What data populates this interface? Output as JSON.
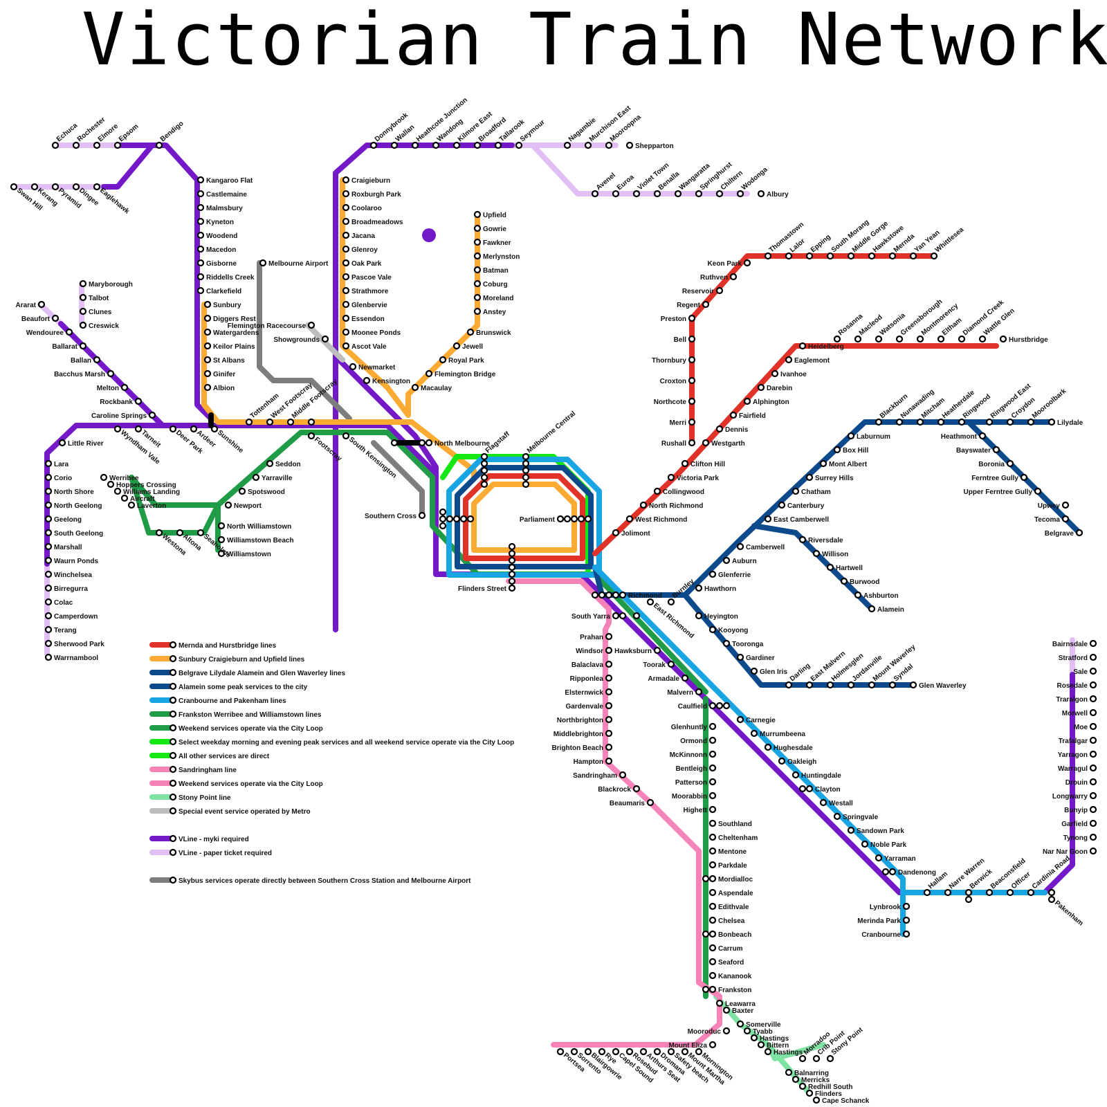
{
  "title": "Victorian Train Network",
  "colors": {
    "red": "#e03228",
    "orange": "#fbab33",
    "blue": "#0d4a8c",
    "cyan": "#19a5e1",
    "green": "#209c48",
    "lime": "#15e815",
    "pink": "#f683b8",
    "mint": "#7ee2a3",
    "silver": "#bdbdbd",
    "purple": "#7419c7",
    "lilac": "#e1bff5",
    "grey": "#7d7d7d"
  },
  "legend": [
    {
      "color": "red",
      "label": "Mernda and Hurstbridge lines"
    },
    {
      "color": "orange",
      "label": "Sunbury Craigieburn and Upfield lines"
    },
    {
      "color": "blue",
      "label": "Belgrave Lilydale Alamein and Glen Waverley lines"
    },
    {
      "color": "blue",
      "label": "Alamein some peak services to the city"
    },
    {
      "color": "cyan",
      "label": "Cranbourne and Pakenham lines"
    },
    {
      "color": "green",
      "label": "Frankston Werribee and Williamstown lines"
    },
    {
      "color": "green",
      "label": "Weekend services operate via the City Loop"
    },
    {
      "color": "lime",
      "label": "Select weekday morning and evening peak services and all weekend service operate via the City Loop"
    },
    {
      "color": "lime",
      "label": "All other services are direct"
    },
    {
      "color": "pink",
      "label": "Sandringham line"
    },
    {
      "color": "pink",
      "label": "Weekend services operate via the City Loop"
    },
    {
      "color": "mint",
      "label": "Stony Point line"
    },
    {
      "color": "silver",
      "label": "Special event service operated by Metro"
    },
    {
      "color": "purple",
      "label": "VLine - myki required"
    },
    {
      "color": "lilac",
      "label": "VLine - paper ticket required"
    },
    {
      "color": "grey",
      "label": "Skybus services operate directly between Southern Cross Station and Melbourne Airport"
    }
  ],
  "stations": {
    "right": [
      "Kangaroo Flat",
      "Castlemaine",
      "Malmsbury",
      "Kyneton",
      "Woodend",
      "Macedon",
      "Gisborne",
      "Riddells Creek",
      "Clarkefield",
      "Sunbury",
      "Diggers Rest",
      "Watergardens",
      "Keilor Plains",
      "St Albans",
      "Ginifer",
      "Albion",
      "Craigieburn",
      "Roxburgh Park",
      "Coolaroo",
      "Broadmeadows",
      "Jacana",
      "Glenroy",
      "Oak Park",
      "Pascoe Vale",
      "Strathmore",
      "Glenbervie",
      "Essendon",
      "Moonee Ponds",
      "Ascot Vale",
      "Newmarket",
      "Kensington",
      "Macaulay",
      "Flemington Bridge",
      "Royal Park",
      "Jewell",
      "Brunswick",
      "Anstey",
      "Moreland",
      "Coburg",
      "Batman",
      "Merlynston",
      "Fawkner",
      "Gowrie",
      "Upfield",
      "Melbourne Airport",
      "Maryborough",
      "Talbot",
      "Clunes",
      "Creswick",
      "Little River",
      "Lara",
      "Corio",
      "North Shore",
      "North Geelong",
      "Geelong",
      "South Geelong",
      "Marshall",
      "Waurn Ponds",
      "Winchelsea",
      "Birregurra",
      "Colac",
      "Camperdown",
      "Terang",
      "Sherwood Park",
      "Warrnambool",
      "Werribee",
      "Hoppers Crossing",
      "Williams Landing",
      "Aircraft",
      "Laverton",
      "Seddon",
      "Yarraville",
      "Spotswood",
      "Newport",
      "North Williamstown",
      "Williamstown Beach",
      "Williamstown",
      "North Melbourne",
      "Shepparton",
      "Albury",
      "Heidelberg",
      "Eaglemont",
      "Ivanhoe",
      "Darebin",
      "Alphington",
      "Fairfield",
      "Dennis",
      "Westgarth",
      "Clifton Hill",
      "Victoria Park",
      "Collingwood",
      "North Richmond",
      "West Richmond",
      "Jolimont",
      "Hurstbridge",
      "Laburnum",
      "Box Hill",
      "Mont Albert",
      "Surrey Hills",
      "Chatham",
      "Canterbury",
      "East Camberwell",
      "Camberwell",
      "Auburn",
      "Glenferrie",
      "Hawthorn",
      "Riversdale",
      "Willison",
      "Hartwell",
      "Burwood",
      "Ashburton",
      "Alamein",
      "Lilydale",
      "Heyington",
      "Kooyong",
      "Tooronga",
      "Gardiner",
      "Glen Iris",
      "Glen Waverley",
      "Richmond",
      "Carnegie",
      "Murrumbeena",
      "Hughesdale",
      "Oakleigh",
      "Huntingdale",
      "Clayton",
      "Westall",
      "Springvale",
      "Sandown Park",
      "Noble Park",
      "Yarraman",
      "Dandenong",
      "Southland",
      "Cheltenham",
      "Mentone",
      "Parkdale",
      "Mordialloc",
      "Aspendale",
      "Edithvale",
      "Chelsea",
      "Bonbeach",
      "Carrum",
      "Seaford",
      "Kananook",
      "Frankston",
      "Leawarra",
      "Baxter",
      "Somerville",
      "Tyabb",
      "Hastings",
      "Bittern",
      "Hastings",
      "Balnarring",
      "Merricks",
      "Redhill South",
      "Flinders",
      "Cape Schanck"
    ],
    "left": [
      "Swan Hill",
      "Kerang",
      "Pyramid",
      "Dingee",
      "Eaglehawk",
      "Ararat",
      "Beaufort",
      "Wendouree",
      "Ballarat",
      "Ballan",
      "Bacchus Marsh",
      "Melton",
      "Rockbank",
      "Caroline Springs",
      "Flemington Racecourse",
      "Showgrounds",
      "Southern Cross",
      "Flinders Street",
      "Parliament",
      "Keon Park",
      "Ruthven",
      "Reservoir",
      "Regent",
      "Preston",
      "Bell",
      "Thornbury",
      "Croxton",
      "Northcote",
      "Merri",
      "Rushall",
      "Heathmont",
      "Bayswater",
      "Boronia",
      "Ferntree Gully",
      "Upper Ferntree Gully",
      "Upwey",
      "Tecoma",
      "Belgrave",
      "South Yarra",
      "Prahan",
      "Windsor",
      "Balaclava",
      "Ripponlea",
      "Elsternwick",
      "Gardenvale",
      "Northbrighton",
      "Middlebrighton",
      "Brighton Beach",
      "Hampton",
      "Sandringham",
      "Blackrock",
      "Beaumaris",
      "Hawksburn",
      "Toorak",
      "Armadale",
      "Malvern",
      "Caulfield",
      "Glenhuntly",
      "Ormond",
      "McKinnonn",
      "Bentleigh",
      "Patterson",
      "Moorabbin",
      "Highett",
      "Mooroduc",
      "Mount Eliza",
      "Lynbrook",
      "Merinda Park",
      "Cranbourne",
      "Bairnsdale",
      "Stratford",
      "Sale",
      "Rosedale",
      "Traralgon",
      "Morwell",
      "Moe",
      "Trafalgar",
      "Yarragon",
      "Warragul",
      "Drouin",
      "Longwarry",
      "Bunyip",
      "Garfield",
      "Tynong",
      "Nar Nar Goon"
    ],
    "rotated_up": [
      "Echuca",
      "Rochester",
      "Elmore",
      "Epsom",
      "Bendigo",
      "Donnybrook",
      "Wallan",
      "Heathcote Junction",
      "Wandong",
      "Kilmore East",
      "Broadford",
      "Tallarook",
      "Seymour",
      "Nagambie",
      "Murchison East",
      "Mooroopna",
      "Avenel",
      "Euroa",
      "Violet Town",
      "Benalla",
      "Wangaratta",
      "Springhurst",
      "Chiltern",
      "Wodonga",
      "Thomastown",
      "Lalor",
      "Epping",
      "South Morang",
      "Middle Gorge",
      "Hawkstowe",
      "Mernda",
      "Yan Yean",
      "Whittlesea",
      "Rosanna",
      "Macleod",
      "Watsonia",
      "Greensborough",
      "Montmorency",
      "Eltham",
      "Diamond Creek",
      "Wattle Glen",
      "Blackburn",
      "Nunawading",
      "Mitcham",
      "Heatherdale",
      "Ringwood",
      "Ringwood East",
      "Croydon",
      "Mooroolbark",
      "Tottenham",
      "West Footscray",
      "Middle Footscray",
      "Flagstaff",
      "Melbourne Central",
      "Burnley",
      "Darling",
      "East Malvern",
      "Holmesglen",
      "Jordanville",
      "Mount Waverley",
      "Syndal",
      "Morradoo",
      "Crib Point",
      "Stony Point",
      "Hallam",
      "Narre Warren",
      "Berwick",
      "Beaconsfield",
      "Officer",
      "Cardinia Road"
    ],
    "rotated_down": [
      "Tarneit",
      "Wyndham Vale",
      "Deer Park",
      "Ardeer",
      "Sunshine",
      "Footscray",
      "South Kensington",
      "East Richmond",
      "Portsea",
      "Sorrento",
      "Blairgowrie",
      "Rye",
      "Capel Sound",
      "Rosebud",
      "Arthurs Seat",
      "Dromana",
      "Safety beach",
      "Mount Martha",
      "Mornington",
      "Pakenham"
    ]
  },
  "upper_loop_label": "Flemington Racecourse"
}
